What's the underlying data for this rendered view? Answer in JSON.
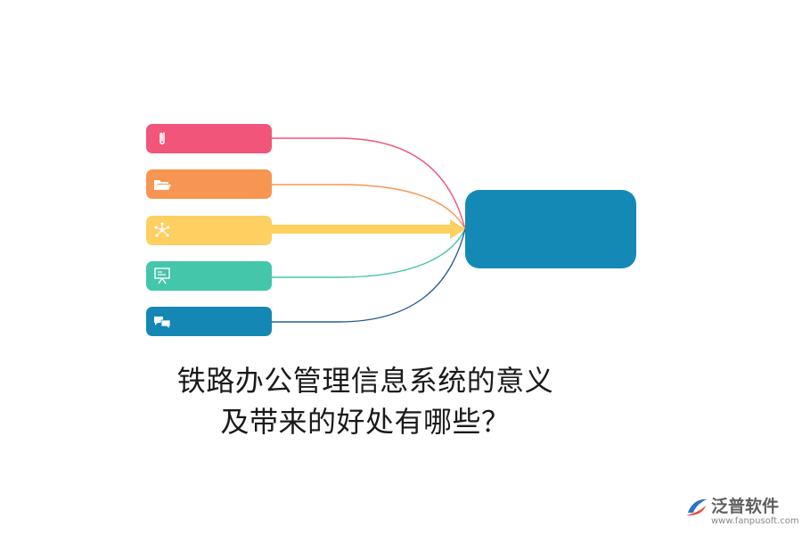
{
  "diagram": {
    "items": [
      {
        "icon": "paperclip-icon",
        "color": "#f1557a"
      },
      {
        "icon": "folder-open-icon",
        "color": "#f79552"
      },
      {
        "icon": "network-icon",
        "color": "#fecf61"
      },
      {
        "icon": "presentation-board-icon",
        "color": "#44c6aa"
      },
      {
        "icon": "chat-bubbles-icon",
        "color": "#1487b4"
      }
    ],
    "highlighted_item": 2,
    "target": {
      "color": "#1489b6"
    }
  },
  "caption": {
    "line1": "铁路办公管理信息系统的意义",
    "line2": "及带来的好处有哪些？"
  },
  "logo": {
    "brand": "泛普软件",
    "url": "www.fanpusoft.com",
    "mark_color": "#2a74c2"
  }
}
